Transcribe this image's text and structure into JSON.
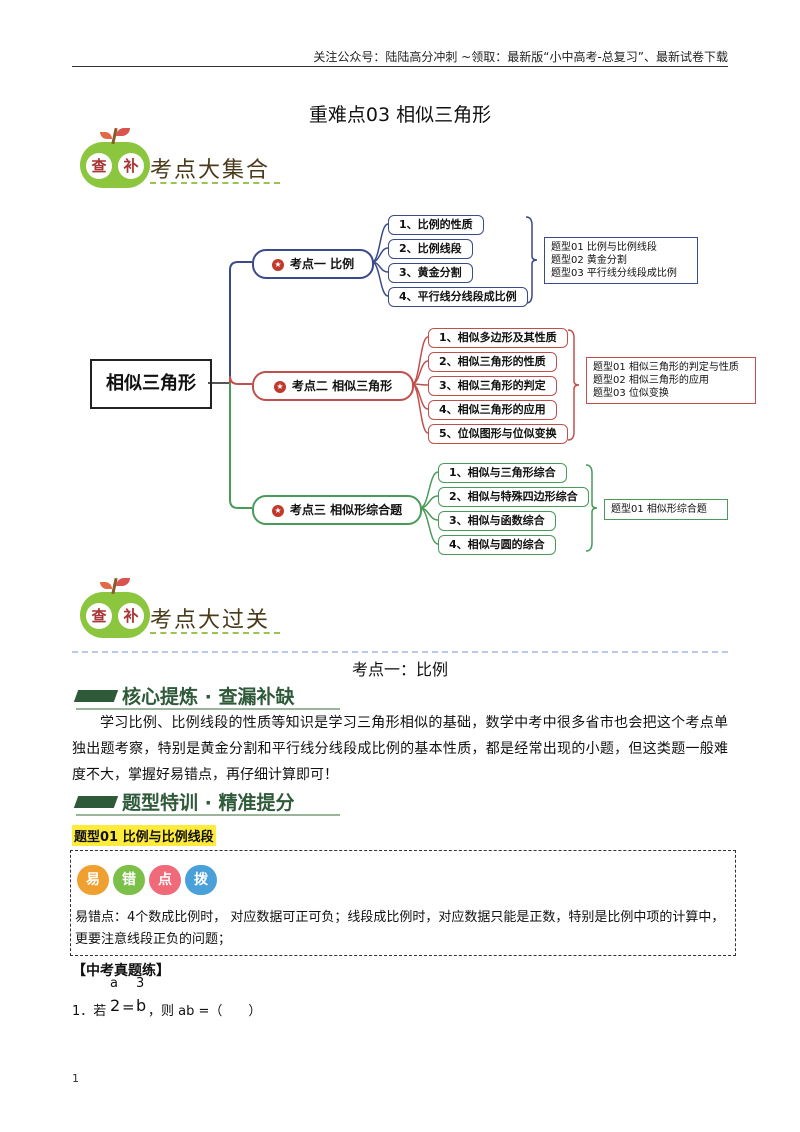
{
  "header": {
    "note": "关注公众号：陆陆高分冲刺 ~领取：最新版“小中高考-总复习”、最新试卷下载"
  },
  "title": "重难点03 相似三角形",
  "banner1": {
    "char1": "查",
    "char2": "补",
    "text": "考点大集合"
  },
  "mindmap": {
    "root": "相似三角形",
    "branches": [
      {
        "label": "考点一 比例",
        "color": "#3b4a8a",
        "items": [
          "1、比例的性质",
          "2、比例线段",
          "3、黄金分割",
          "4、平行线分线段成比例"
        ],
        "types": [
          "题型01 比例与比例线段",
          "题型02 黄金分割",
          "题型03 平行线分线段成比例"
        ]
      },
      {
        "label": "考点二 相似三角形",
        "color": "#c0504d",
        "items": [
          "1、相似多边形及其性质",
          "2、相似三角形的性质",
          "3、相似三角形的判定",
          "4、相似三角形的应用",
          "5、位似图形与位似变换"
        ],
        "types": [
          "题型01 相似三角形的判定与性质",
          "题型02 相似三角形的应用",
          "题型03 位似变换"
        ]
      },
      {
        "label": "考点三 相似形综合题",
        "color": "#4a9a5a",
        "items": [
          "1、相似与三角形综合",
          "2、相似与特殊四边形综合",
          "3、相似与函数综合",
          "4、相似与圆的综合"
        ],
        "types": [
          "题型01 相似形综合题"
        ]
      }
    ]
  },
  "banner2": {
    "char1": "查",
    "char2": "补",
    "text": "考点大过关"
  },
  "section_title": "考点一：比例",
  "sec1": "核心提炼 · 查漏补缺",
  "paragraph": "学习比例、比例线段的性质等知识是学习三角形相似的基础，数学中考中很多省市也会把这个考点单独出题考察，特别是黄金分割和平行线分线段成比例的基本性质，都是经常出现的小题，但这类题一般难度不大，掌握好易错点，再仔细计算即可！",
  "sec2": "题型特训 · 精准提分",
  "tixing_label": "题型01 比例与比例线段",
  "tip": {
    "badges": [
      "易",
      "错",
      "点",
      "拨"
    ],
    "text": "易错点：4个数成比例时， 对应数据可正可负；线段成比例时，对应数据只能是正数，特别是比例中项的计算中，更要注意线段正负的问题；"
  },
  "zhongkao_label": "【中考真题练】",
  "question1": {
    "prefix": "1．若",
    "frac1_num": "a",
    "frac1_den": "2",
    "eq": "=",
    "frac2_num": "3",
    "frac2_den": "b",
    "suffix": "，则 ab =（　　）"
  },
  "page_number": "1"
}
